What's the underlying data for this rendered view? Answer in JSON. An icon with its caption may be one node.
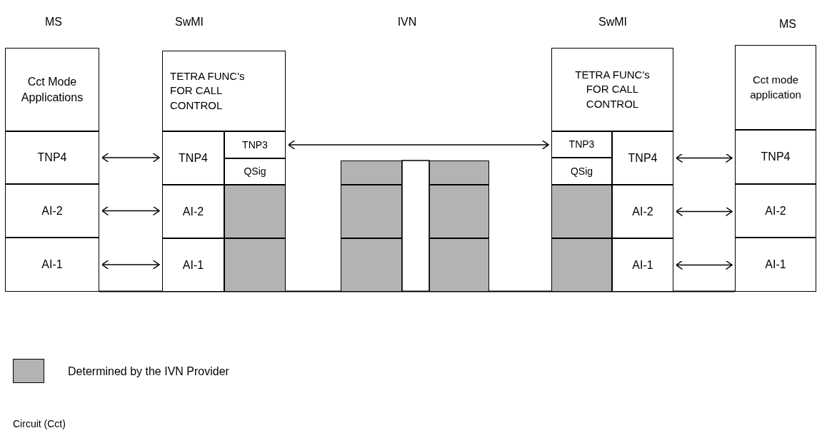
{
  "diagram": {
    "nodes": [
      {
        "text": [
          "Cct Mode Applications"
        ]
      },
      {
        "text": [
          "TNP4"
        ]
      },
      {
        "text": [
          "AI-2"
        ]
      },
      {
        "text": [
          "AI-1"
        ]
      },
      {
        "text": [
          "TETRA FUNC's FOR CALL CONTROL"
        ]
      },
      {
        "text": [
          "TNP4"
        ]
      },
      {
        "text": [
          "TNP3"
        ]
      },
      {
        "text": [
          "QSig"
        ]
      },
      {
        "text": [
          "AI-2"
        ]
      },
      {
        "text": [],
        "shape": "box"
      },
      {
        "text": [
          "AI-1"
        ]
      },
      {
        "text": [],
        "shape": "box"
      },
      {
        "text": [],
        "shape": "box"
      },
      {
        "text": [],
        "shape": "box"
      },
      {
        "text": [],
        "shape": "box"
      },
      {
        "text": [],
        "shape": "box"
      },
      {
        "text": [],
        "shape": "box"
      },
      {
        "text": [],
        "shape": "box"
      },
      {
        "text": [
          "TETRA FUNC's FOR CALL CONTROL"
        ]
      },
      {
        "text": [
          "TNP3"
        ]
      },
      {
        "text": [
          "QSig"
        ]
      },
      {
        "text": [
          "TNP4"
        ]
      },
      {
        "text": [],
        "shape": "box"
      },
      {
        "text": [
          "AI-2"
        ]
      },
      {
        "text": [],
        "shape": "box"
      },
      {
        "text": [
          "AI-1"
        ]
      },
      {
        "text": [
          "Cct mode application"
        ]
      },
      {
        "text": [
          "TNP4"
        ]
      },
      {
        "text": [
          "AI-2"
        ]
      },
      {
        "text": [
          "AI-1"
        ]
      }
    ],
    "edges": [
      {
        "from": 1,
        "to": 5,
        "arrow": "both"
      },
      {
        "from": 2,
        "to": 8,
        "arrow": "both"
      },
      {
        "from": 3,
        "to": 10,
        "arrow": "both"
      },
      {
        "from": 6,
        "to": 19,
        "arrow": "both"
      },
      {
        "from": 21,
        "to": 27,
        "arrow": "both"
      },
      {
        "from": 23,
        "to": 28,
        "arrow": "both"
      },
      {
        "from": 25,
        "to": 29,
        "arrow": "both"
      }
    ],
    "labels": [
      "MS",
      "SwMI",
      "IVN",
      "SwMI",
      "MS",
      "Circuit (Cct)"
    ],
    "legend": [
      {
        "text": "Determined by the IVN Provider",
        "color": "#b3b3b3"
      }
    ]
  }
}
